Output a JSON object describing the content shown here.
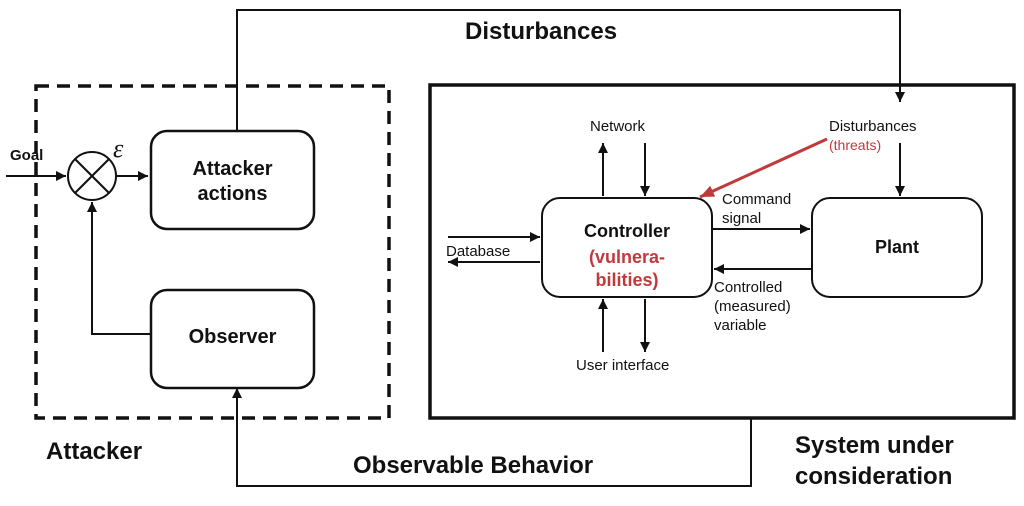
{
  "title": "Disturbances",
  "attacker": {
    "group_label": "Attacker",
    "goal": "Goal",
    "epsilon": "ε",
    "actions": "Attacker actions",
    "observer": "Observer"
  },
  "system": {
    "label_line1": "System under",
    "label_line2": "consideration",
    "network": "Network",
    "disturbances": "Disturbances",
    "threats": "(threats)",
    "database": "Database",
    "controller": "Controller",
    "vulnerabilities_line1": "(vulnera-",
    "vulnerabilities_line2": "bilities)",
    "plant": "Plant",
    "command_line1": "Command",
    "command_line2": "signal",
    "controlled_line1": "Controlled",
    "controlled_line2": "(measured)",
    "controlled_line3": "variable",
    "user_interface": "User interface"
  },
  "observable_behavior": "Observable Behavior",
  "colors": {
    "threat": "#c0393b",
    "line": "#111111"
  }
}
